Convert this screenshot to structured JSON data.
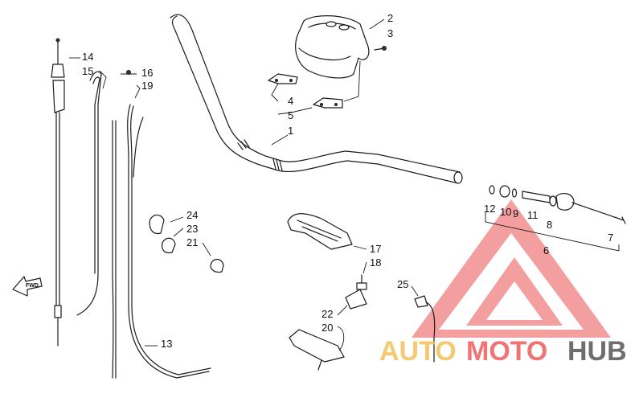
{
  "diagram": {
    "callouts": {
      "c1": "1",
      "c2": "2",
      "c3": "3",
      "c4": "4",
      "c5": "5",
      "c6": "6",
      "c7": "7",
      "c8": "8",
      "c9": "9",
      "c10": "10",
      "c11": "11",
      "c12": "12",
      "c13": "13",
      "c14": "14",
      "c15": "15",
      "c16": "16",
      "c17": "17",
      "c18": "18",
      "c19": "19",
      "c20": "20",
      "c21": "21",
      "c22": "22",
      "c23": "23",
      "c24": "24",
      "c25": "25"
    },
    "fwd_label": "FWD"
  },
  "watermark": {
    "text_part1": "AUTO",
    "text_part2": "MOTO",
    "text_part3": "HUB",
    "color_auto": "#f2c15a",
    "color_moto": "#ef5b5b",
    "color_hub": "#555555",
    "triangle_color": "#f07a7a"
  }
}
